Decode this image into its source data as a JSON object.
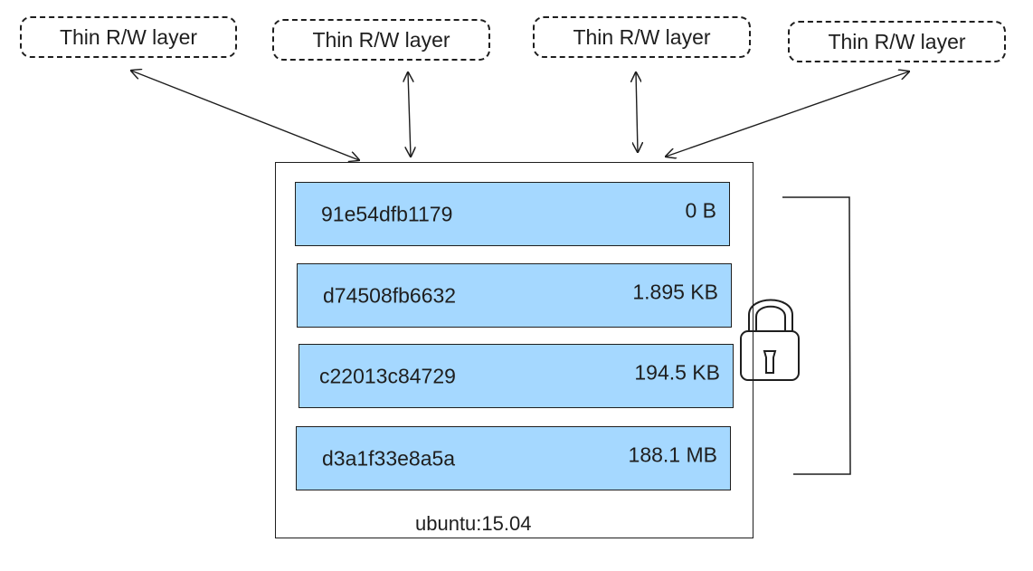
{
  "rw_layers": [
    {
      "label": "Thin R/W layer"
    },
    {
      "label": "Thin R/W layer"
    },
    {
      "label": "Thin R/W layer"
    },
    {
      "label": "Thin R/W layer"
    }
  ],
  "image": {
    "name": "ubuntu:15.04",
    "layers": [
      {
        "id": "91e54dfb1179",
        "size": "0 B"
      },
      {
        "id": "d74508fb6632",
        "size": "1.895 KB"
      },
      {
        "id": "c22013c84729",
        "size": "194.5 KB"
      },
      {
        "id": "d3a1f33e8a5a",
        "size": "188.1 MB"
      }
    ]
  },
  "icons": {
    "lock": "lock-icon"
  },
  "colors": {
    "layer_fill": "#a5d8ff",
    "stroke": "#1e1e1e"
  }
}
